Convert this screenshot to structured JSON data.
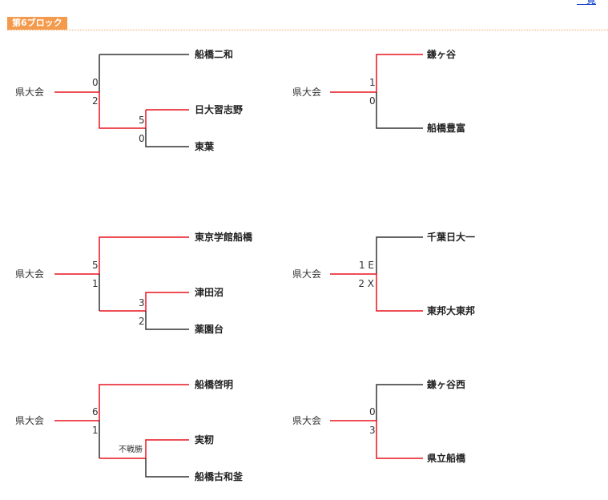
{
  "page": {
    "top_link": "一覧",
    "block_title": "第6ブロック"
  },
  "colors": {
    "win_line": "#e8141e",
    "lose_line": "#333333",
    "header_badge": "#f49a4c",
    "header_rule": "#f0a860"
  },
  "brackets": [
    {
      "final_label": "県大会",
      "teams": [
        "船橋二和",
        "日大習志野",
        "東葉"
      ],
      "scores": {
        "final_top": "0",
        "final_bottom": "2",
        "semi_top": "5",
        "semi_bottom": "0"
      }
    },
    {
      "final_label": "県大会",
      "teams": [
        "鎌ヶ谷",
        "船橋豊富"
      ],
      "scores": {
        "top": "1",
        "bottom": "0"
      }
    },
    {
      "final_label": "県大会",
      "teams": [
        "東京学館船橋",
        "津田沼",
        "薬園台"
      ],
      "scores": {
        "final_top": "5",
        "final_bottom": "1",
        "semi_top": "3",
        "semi_bottom": "2"
      }
    },
    {
      "final_label": "県大会",
      "teams": [
        "千葉日大一",
        "東邦大東邦"
      ],
      "scores": {
        "top": "1 E",
        "bottom": "2 X"
      }
    },
    {
      "final_label": "県大会",
      "teams": [
        "船橋啓明",
        "実籾",
        "船橋古和釜"
      ],
      "scores": {
        "final_top": "6",
        "final_bottom": "1",
        "semi_note": "不戦勝"
      }
    },
    {
      "final_label": "県大会",
      "teams": [
        "鎌ヶ谷西",
        "県立船橋"
      ],
      "scores": {
        "top": "0",
        "bottom": "3"
      }
    }
  ]
}
